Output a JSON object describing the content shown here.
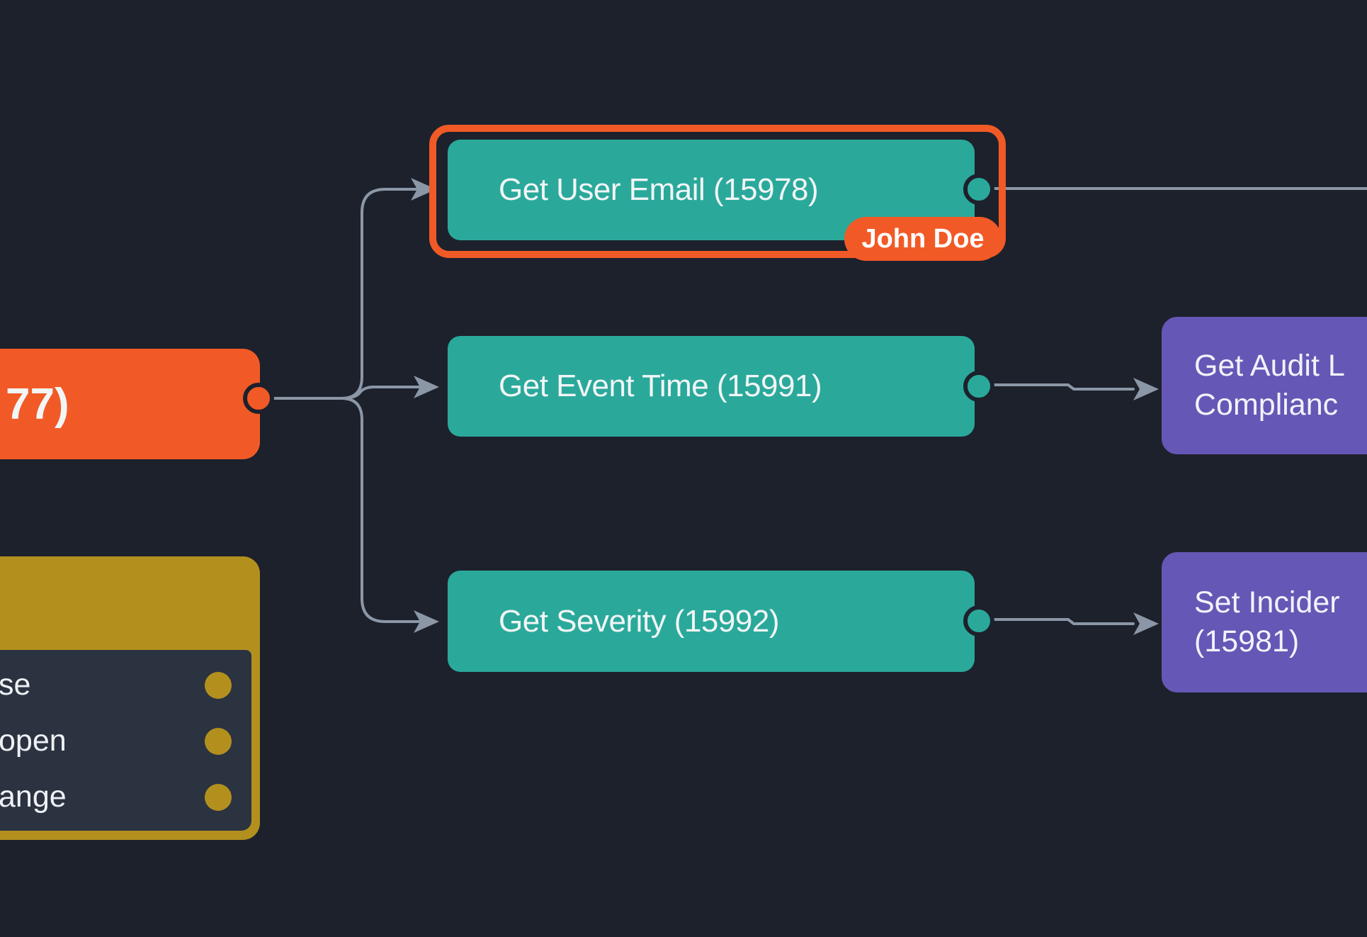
{
  "canvas": {
    "background_color": "#1d212c",
    "connector_color": "#8b97a6"
  },
  "colors": {
    "action_node": "#2aa99b",
    "start_node": "#f15a26",
    "selection_border": "#f15a26",
    "decision_node": "#b3901e",
    "decision_body": "#2b3340",
    "purple_node": "#6557b5",
    "badge": "#f15a26",
    "node_text": "#f2f5f6"
  },
  "nodes": {
    "start": {
      "label": "77)"
    },
    "get_user_email": {
      "label": "Get User Email (15978)",
      "selected": true,
      "owner_badge": "John Doe"
    },
    "get_event_time": {
      "label": "Get Event Time (15991)"
    },
    "get_severity": {
      "label": "Get Severity (15992)"
    },
    "decision": {
      "rows": [
        {
          "label": "se"
        },
        {
          "label": "open"
        },
        {
          "label": "ange"
        }
      ]
    },
    "get_audit": {
      "label_line1": "Get Audit L",
      "label_line2": "Complianc"
    },
    "set_incident": {
      "label_line1": "Set Incider",
      "label_line2": "(15981)"
    }
  },
  "edges": [
    {
      "from": "start",
      "to": "get_user_email"
    },
    {
      "from": "start",
      "to": "get_event_time"
    },
    {
      "from": "start",
      "to": "get_severity"
    },
    {
      "from": "get_user_email",
      "to": "offscreen-right"
    },
    {
      "from": "get_event_time",
      "to": "get_audit"
    },
    {
      "from": "get_severity",
      "to": "set_incident"
    }
  ]
}
